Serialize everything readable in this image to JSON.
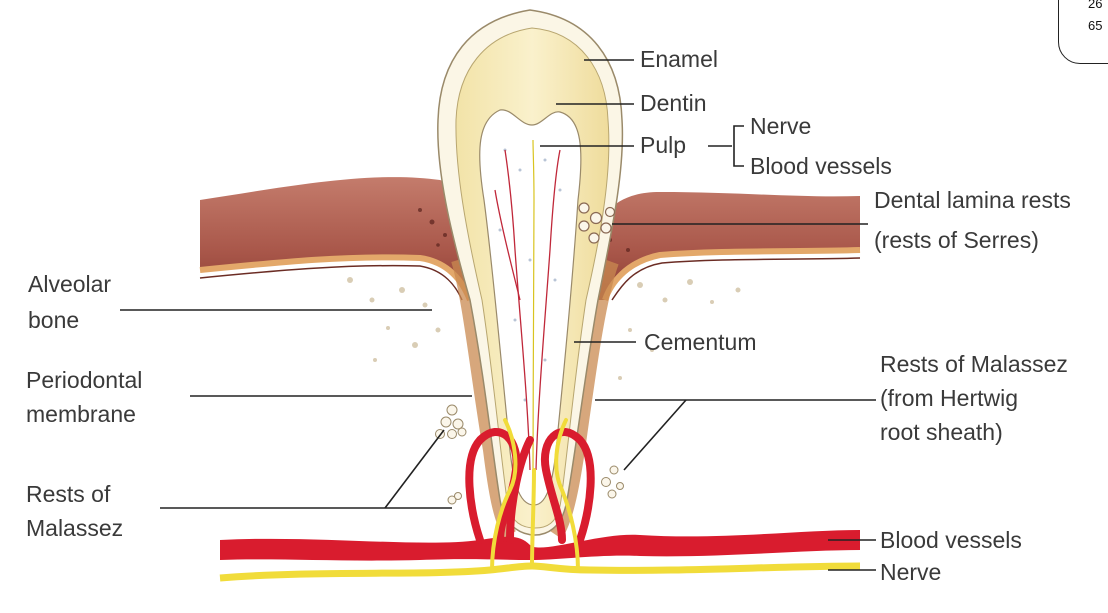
{
  "labels": {
    "enamel": "Enamel",
    "dentin": "Dentin",
    "pulp": "Pulp",
    "pulp_nerve": "Nerve",
    "pulp_vessels": "Blood vessels",
    "dental_lamina_1": "Dental lamina rests",
    "dental_lamina_2": "(rests of Serres)",
    "alveolar_1": "Alveolar",
    "alveolar_2": "bone",
    "cementum": "Cementum",
    "periodontal_1": "Periodontal",
    "periodontal_2": "membrane",
    "malassez_right_1": "Rests of Malassez",
    "malassez_right_2": "(from Hertwig",
    "malassez_right_3": "root sheath)",
    "malassez_left_1": "Rests of",
    "malassez_left_2": "Malassez",
    "blood_vessels": "Blood vessels",
    "nerve": "Nerve"
  },
  "corner_box": {
    "line1": "26",
    "line2": "65"
  },
  "colors": {
    "gum": "#b56a5a",
    "gum_dark": "#8a3f35",
    "dentin": "#f6e9b8",
    "enamel": "#fbf6e6",
    "pulp": "#ffffff",
    "vessel": "#d91c2e",
    "nerve": "#f1dc3a",
    "periodontal": "#e6b36f"
  }
}
